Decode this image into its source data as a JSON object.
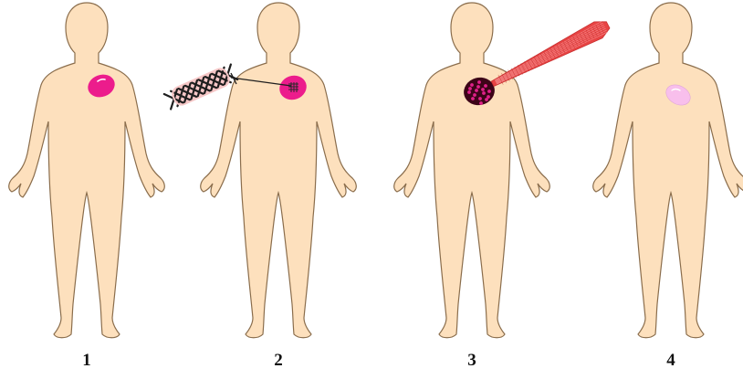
{
  "figures": [
    {
      "label": "1",
      "overlay": "none"
    },
    {
      "label": "2",
      "overlay": "mesh"
    },
    {
      "label": "3",
      "overlay": "muscle"
    },
    {
      "label": "4",
      "overlay": "none"
    }
  ],
  "colors": {
    "skin": "#fde0bd",
    "outline": "#8a6d4c",
    "heart_bright": "#ec1c8c",
    "heart_dark": "#3d0418",
    "heart_pale": "#f8bfec",
    "mesh_fill": "#f6c7c7",
    "mesh_stroke": "#1e1e1e",
    "muscle": "#e84444",
    "muscle_light": "#f38888"
  },
  "icons": {
    "body": "human-silhouette-icon",
    "heart": "heart-icon",
    "mesh": "mesh-patch-icon",
    "muscle": "muscle-fiber-icon"
  }
}
